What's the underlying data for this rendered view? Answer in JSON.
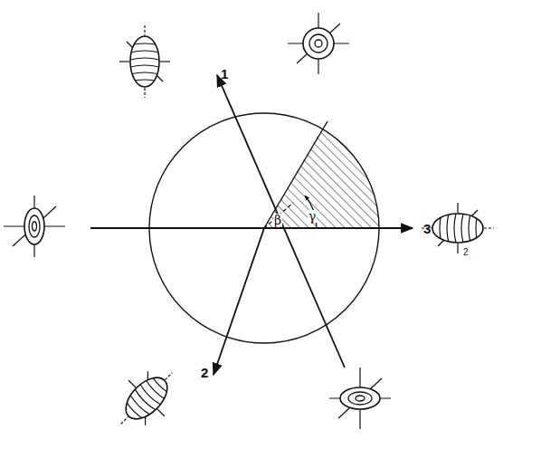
{
  "diagram": {
    "labels": [
      "1",
      "2",
      "3",
      "β",
      "γ",
      "2"
    ]
  }
}
